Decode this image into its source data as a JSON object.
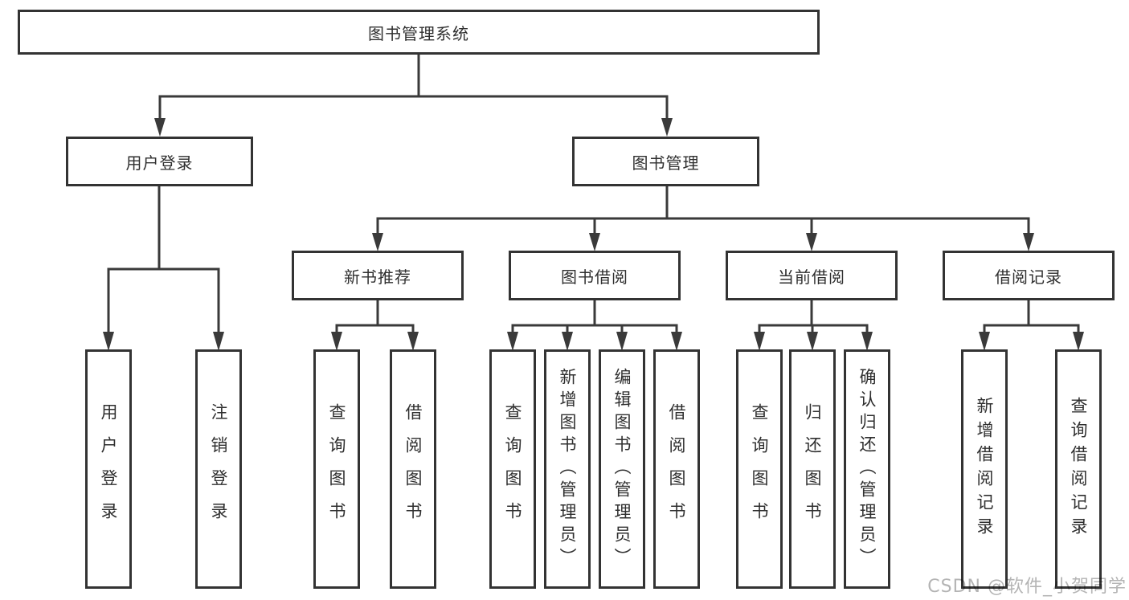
{
  "diagram": {
    "root": {
      "label": "图书管理系统"
    },
    "children": [
      {
        "label": "用户登录",
        "children": [
          {
            "label": "用户登录"
          },
          {
            "label": "注销登录"
          }
        ]
      },
      {
        "label": "图书管理",
        "children": [
          {
            "label": "新书推荐",
            "children": [
              {
                "label": "查询图书"
              },
              {
                "label": "借阅图书"
              }
            ]
          },
          {
            "label": "图书借阅",
            "children": [
              {
                "label": "查询图书"
              },
              {
                "label": "新增图书（管理员）"
              },
              {
                "label": "编辑图书（管理员）"
              },
              {
                "label": "借阅图书"
              }
            ]
          },
          {
            "label": "当前借阅",
            "children": [
              {
                "label": "查询图书"
              },
              {
                "label": "归还图书"
              },
              {
                "label": "确认归还（管理员）"
              }
            ]
          },
          {
            "label": "借阅记录",
            "children": [
              {
                "label": "新增借阅记录"
              },
              {
                "label": "查询借阅记录"
              }
            ]
          }
        ]
      }
    ]
  },
  "watermark": {
    "text": "CSDN @软件_小贺同学"
  },
  "colors": {
    "line": "#3a3a3a",
    "box_border": "#333333",
    "text": "#2f2f2f",
    "watermark": "#b4b4b4",
    "background": "#ffffff"
  }
}
